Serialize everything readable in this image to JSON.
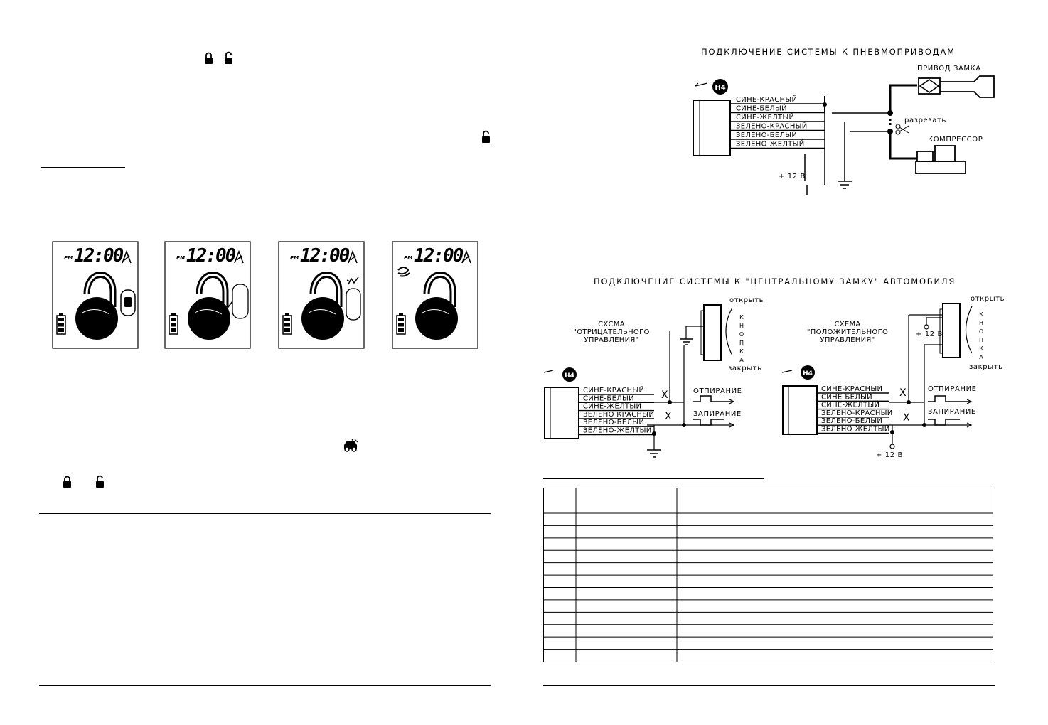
{
  "pneumo": {
    "title": "ПОДКЛЮЧЕНИЕ СИСТЕМЫ К ПНЕВМОПРИВОДАМ",
    "connector": "H4",
    "wires": [
      "СИНЕ-КРАСНЫЙ",
      "СИНЕ-БЕЛЫЙ",
      "СИНЕ-ЖЕЛТЫЙ",
      "ЗЕЛЕНО-КРАСНЫЙ",
      "ЗЕЛЕНО-БЕЛЫЙ",
      "ЗЕЛЕНО-ЖЕЛТЫЙ"
    ],
    "lock_actuator": "ПРИВОД ЗАМКА",
    "cut": "разрезать",
    "compressor": "КОМПРЕССОР",
    "plus12": "+ 12 В"
  },
  "central": {
    "title": "ПОДКЛЮЧЕНИЕ СИСТЕМЫ К \"ЦЕНТРАЛЬНОМУ ЗАМКУ\" АВТОМОБИЛЯ",
    "negative": {
      "caption": [
        "СХСМА",
        "\"ОТРИЦАТЕЛЬНОГО",
        "УПРАВЛЕНИЯ\""
      ],
      "connector": "H4",
      "wires": [
        "СИНЕ-КРАСНЫЙ",
        "СИНЕ-БЕЛЫЙ",
        "СИНЕ-ЖЕЛТЫЙ",
        "ЗЕЛЕНО КРАСНЫЙ",
        "ЗЕЛЕНО-БЕЛЫЙ",
        "ЗЕЛЕНО-ЖЕЛТЫЙ"
      ],
      "open": "открыть",
      "close": "закрыть",
      "button": [
        "К",
        "Н",
        "О",
        "П",
        "К",
        "А"
      ],
      "unlock": "ОТПИРАНИЕ",
      "lock": "ЗАПИРАНИЕ"
    },
    "positive": {
      "caption": [
        "СХЕМА",
        "\"ПОЛОЖИТЕЛЬНОГО",
        "УПРАВЛЕНИЯ\""
      ],
      "connector": "H4",
      "wires": [
        "СИНЕ-КРАСНЫЙ",
        "СИНЕ-БЕЛЫЙ",
        "СИНЕ-ЖЕЛТЫЙ",
        "ЗЕЛЕНО-КРАСНЫЙ",
        "ЗЕЛЕНО-БЕЛЫЙ",
        "ЗЕЛЕНО-ЖЕЛТЫЙ"
      ],
      "open": "открыть",
      "close": "закрыть",
      "button": [
        "К",
        "Н",
        "О",
        "П",
        "К",
        "А"
      ],
      "unlock": "ОТПИРАНИЕ",
      "lock": "ЗАПИРАНИЕ",
      "plus12_top": "+ 12 В",
      "plus12_bottom": "+ 12 В"
    }
  },
  "lcd_screens": [
    {
      "pm": "PM",
      "time": "12:00"
    },
    {
      "pm": "PM",
      "time": "12:00"
    },
    {
      "pm": "PM",
      "time": "12:00"
    },
    {
      "pm": "PM",
      "time": "12:00"
    }
  ],
  "icons": {
    "lock": "padlock-locked-icon",
    "unlock": "padlock-unlocked-icon",
    "car_alarm": "car-alarm-icon",
    "antenna": "antenna-icon"
  },
  "wire_table": {
    "rows": 12
  }
}
